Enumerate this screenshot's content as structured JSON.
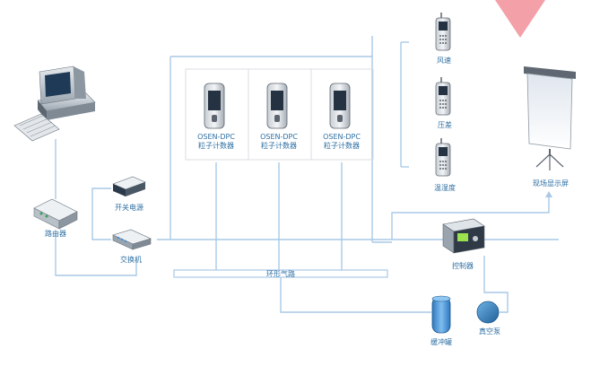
{
  "labels": {
    "router": "路由器",
    "power_supply": "开关电源",
    "switch": "交换机",
    "counter_model": "OSEN-DPC",
    "counter_name": "粒子计数器",
    "wind_speed": "风速",
    "pressure": "压差",
    "temp_humidity": "温湿度",
    "display_screen": "现场显示屏",
    "controller": "控制器",
    "air_loop": "环形气路",
    "buffer_tank": "缓冲罐",
    "vacuum_pump": "真空泵"
  },
  "colors": {
    "wire": "#a9c9e6",
    "label": "#2d6fa3",
    "panel_border": "#d9dde2",
    "triangle": "#f4a0a8"
  },
  "counters": [
    {
      "model_key": "counter_model",
      "name_key": "counter_name"
    },
    {
      "model_key": "counter_model",
      "name_key": "counter_name"
    },
    {
      "model_key": "counter_model",
      "name_key": "counter_name"
    }
  ]
}
